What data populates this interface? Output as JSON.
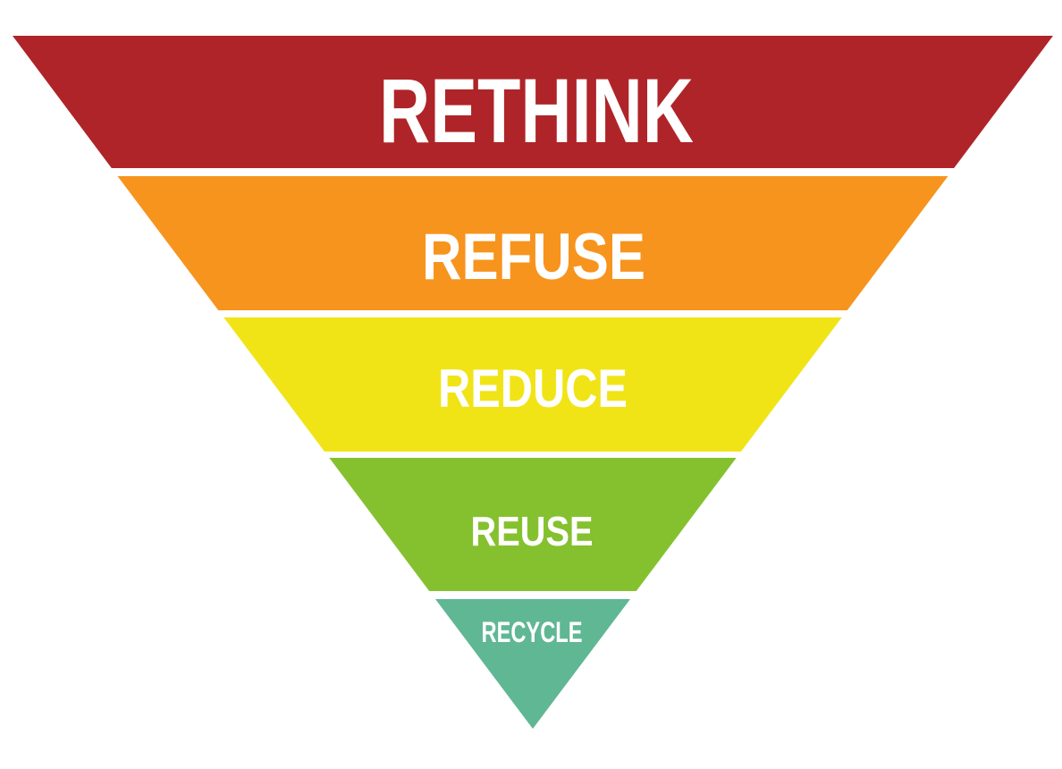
{
  "diagram": {
    "name": "inverted-pyramid-waste-hierarchy",
    "background_color": "#ffffff",
    "label_text_color": "#ffffff",
    "levels": [
      {
        "label": "RETHINK",
        "color": "#AF2428"
      },
      {
        "label": "REFUSE",
        "color": "#F7941E"
      },
      {
        "label": "REDUCE",
        "color": "#F0E417"
      },
      {
        "label": "REUSE",
        "color": "#85C12E"
      },
      {
        "label": "RECYCLE",
        "color": "#60B794"
      }
    ]
  }
}
